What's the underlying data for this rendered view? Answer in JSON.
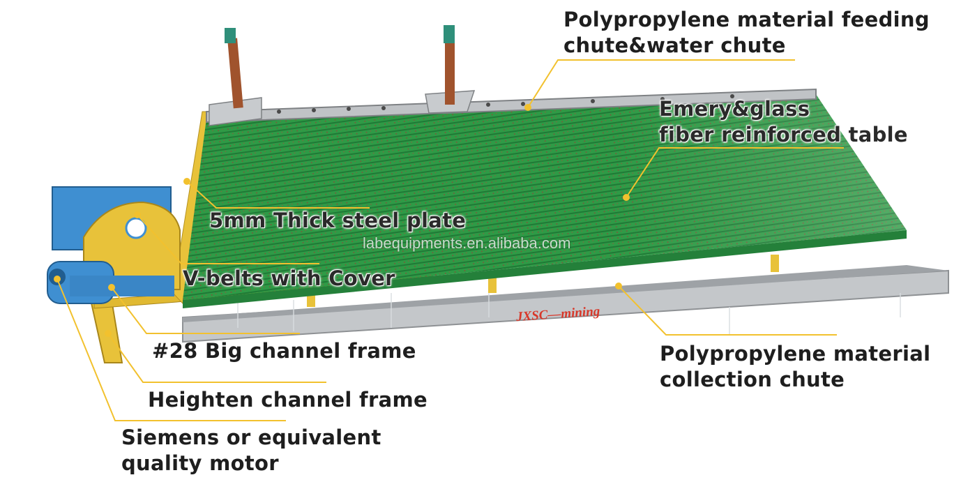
{
  "labels": {
    "feeding_chute": [
      "Polypropylene material feeding",
      "chute&water chute"
    ],
    "table_surface": [
      "Emery&glass",
      "fiber reinforced table"
    ],
    "steel_plate": "5mm Thick steel plate",
    "v_belts": "V-belts with Cover",
    "big_channel": "#28 Big channel frame",
    "collection_chute": [
      "Polypropylene material",
      "collection chute"
    ],
    "heighten_frame": "Heighten channel frame",
    "motor": [
      "Siemens or equivalent",
      "quality motor"
    ]
  },
  "watermark": "labequipments.en.alibaba.com",
  "brand_text": "JXSC—mining",
  "colors": {
    "leader": "#f2c12e",
    "table_green": "#2f9a46",
    "frame_yellow": "#e8c23a",
    "frame_grey": "#b9bcbf",
    "motor_blue": "#3f8fd1"
  }
}
